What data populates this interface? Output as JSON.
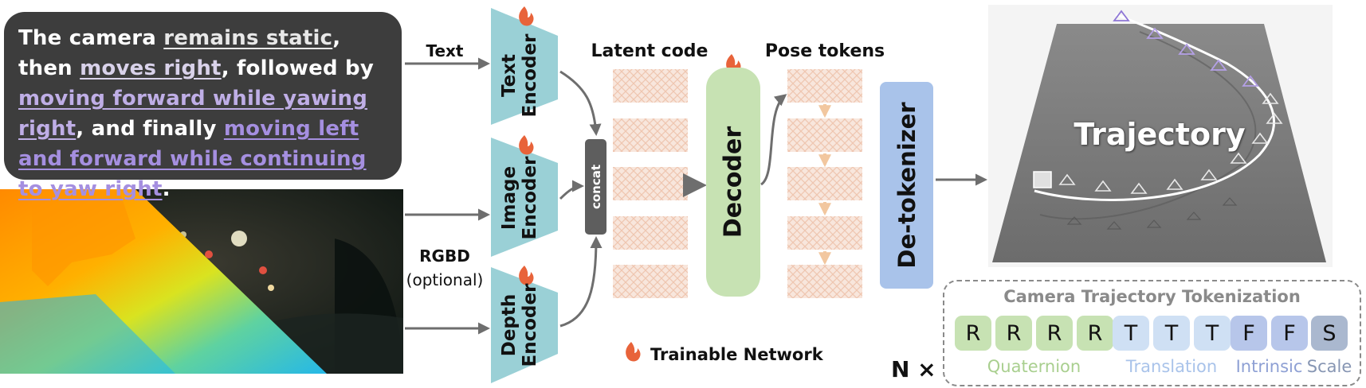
{
  "prompt": {
    "segments": [
      {
        "text": "The camera ",
        "style": "plain"
      },
      {
        "text": "remains static",
        "style": "u c1"
      },
      {
        "text": ", then ",
        "style": "plain"
      },
      {
        "text": "moves right",
        "style": "u c2"
      },
      {
        "text": ", followed by ",
        "style": "plain"
      },
      {
        "text": "moving forward while yawing right",
        "style": "u c3"
      },
      {
        "text": ", and finally ",
        "style": "plain"
      },
      {
        "text": "moving left and forward while continuing to yaw right",
        "style": "u c4"
      },
      {
        "text": ".",
        "style": "plain"
      }
    ]
  },
  "labels": {
    "text": "Text",
    "rgbd": "RGBD",
    "optional": "(optional)",
    "latent_code": "Latent code",
    "pose_tokens": "Pose tokens",
    "trainable": "Trainable Network",
    "n_times": "N ×"
  },
  "encoders": {
    "text_l1": "Text",
    "text_l2": "Encoder",
    "image_l1": "Image",
    "image_l2": "Encoder",
    "depth_l1": "Depth",
    "depth_l2": "Encoder"
  },
  "blocks": {
    "concat": "concat",
    "decoder": "Decoder",
    "detokenizer": "De-tokenizer"
  },
  "trajectory": {
    "title": "Trajectory"
  },
  "tokenization": {
    "title": "Camera Trajectory Tokenization",
    "groups": [
      {
        "label": "Quaternion",
        "tokens": [
          "R",
          "R",
          "R",
          "R"
        ],
        "fill": "#c7e2b3",
        "text": "#a9cf8f"
      },
      {
        "label": "Translation",
        "tokens": [
          "T",
          "T",
          "T"
        ],
        "fill": "#cfe0f4",
        "text": "#a9c3ea"
      },
      {
        "label": "Intrinsic",
        "tokens": [
          "F",
          "F"
        ],
        "fill": "#b7c6ea",
        "text": "#8ea0d4"
      },
      {
        "label": "Scale",
        "tokens": [
          "S"
        ],
        "fill": "#aab8cf",
        "text": "#8796b3"
      }
    ]
  },
  "colors": {
    "encoder": "#9ad0d6",
    "latent": "#f3dcd0",
    "arrow": "#6e6e6e",
    "pose_arrow": "#f2c79f",
    "flame": "#e8633a"
  }
}
